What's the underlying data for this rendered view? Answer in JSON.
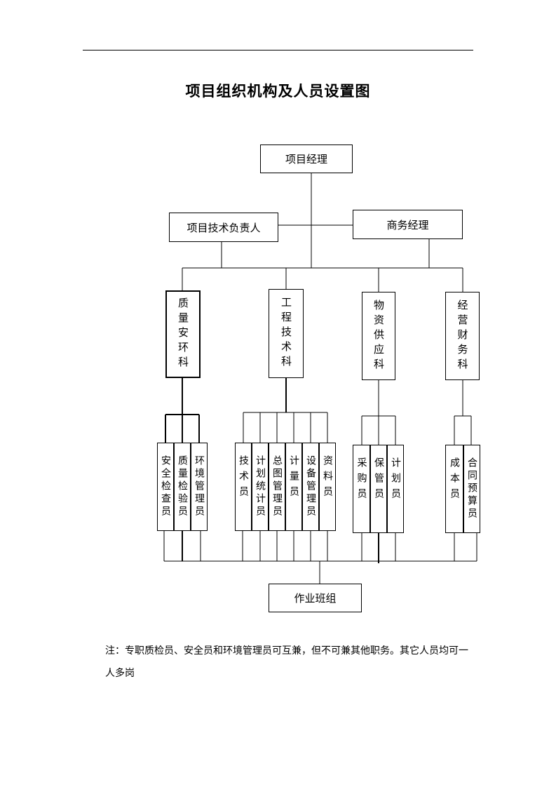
{
  "title": "项目组织机构及人员设置图",
  "nodes": {
    "project_manager": "项目经理",
    "tech_lead": "项目技术负责人",
    "business_manager": "商务经理",
    "departments": {
      "quality_safety": "质量安环科",
      "engineering": "工程技术科",
      "materials": "物资供应科",
      "finance": "经营财务科"
    },
    "staff": {
      "quality_safety": [
        "安全检查员",
        "质量检验员",
        "环境管理员"
      ],
      "engineering": [
        "技术员",
        "计划统计员",
        "总图管理员",
        "计量员",
        "设备管理员",
        "资料员"
      ],
      "materials": [
        "采购员",
        "保管员",
        "计划员"
      ],
      "finance": [
        "成本员",
        "合同预算员"
      ]
    },
    "work_team": "作业班组"
  },
  "note": "注：专职质检员、安全员和环境管理员可互兼，但不可兼其他职务。其它人员均可一人多岗"
}
